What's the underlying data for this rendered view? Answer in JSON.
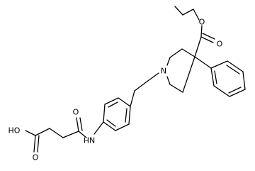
{
  "molecule": {
    "atom_labels": {
      "ester_o_upper": "O",
      "ester_o_carbonyl": "O",
      "piperidine_n": "N",
      "amide_nh": "HN",
      "amide_o": "O",
      "acid_oh": "HO",
      "acid_o": "O"
    }
  }
}
